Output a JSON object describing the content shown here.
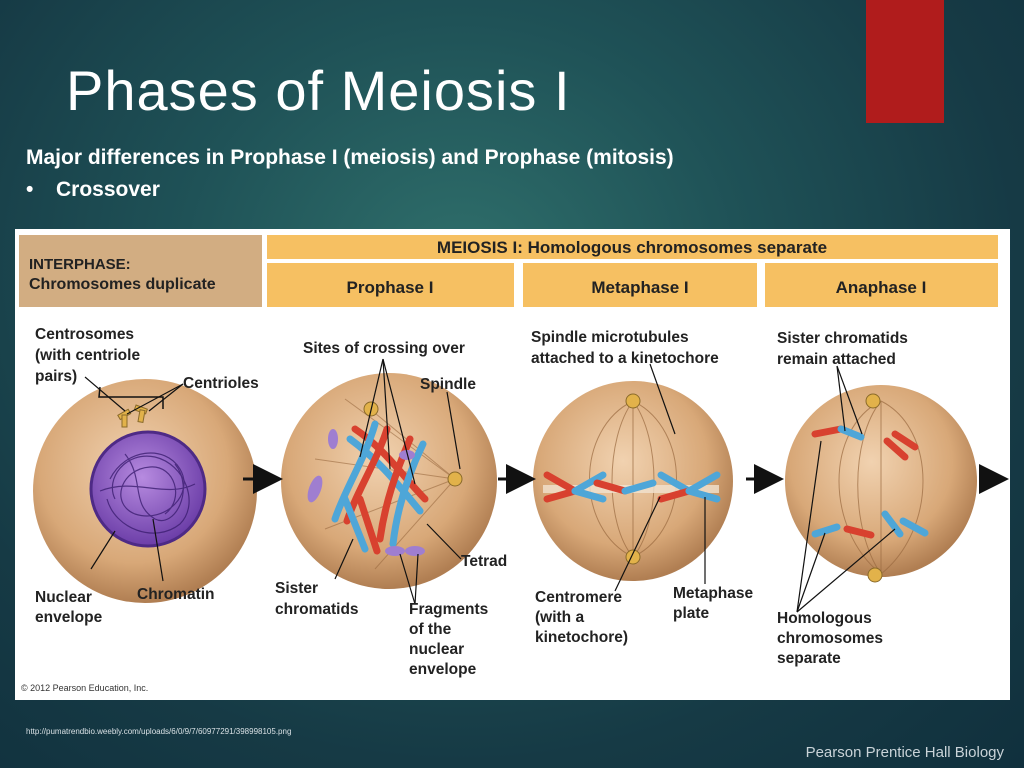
{
  "slide": {
    "title": "Phases of Meiosis I",
    "subtitle": "Major differences in Prophase I (meiosis) and Prophase (mitosis)",
    "bullet_marker": "•",
    "bullet": "Crossover",
    "source_url": "http://pumatrendbio.weebly.com/uploads/6/0/9/7/60977291/398998105.png",
    "footer": "Pearson Prentice Hall Biology",
    "accent_color": "#b01c1c"
  },
  "figure": {
    "interphase_header": [
      "INTERPHASE:",
      "Chromosomes duplicate"
    ],
    "meiosis_header": "MEIOSIS I: Homologous chromosomes separate",
    "phase_headers": [
      "Prophase I",
      "Metaphase I",
      "Anaphase I"
    ],
    "labels": {
      "centrosomes": [
        "Centrosomes",
        "(with centriole",
        "pairs)"
      ],
      "centrioles": "Centrioles",
      "nuclear_envelope": [
        "Nuclear",
        "envelope"
      ],
      "chromatin": "Chromatin",
      "sites_crossing": "Sites of crossing over",
      "spindle": "Spindle",
      "tetrad": "Tetrad",
      "sister_chromatids": [
        "Sister",
        "chromatids"
      ],
      "fragments": [
        "Fragments",
        "of the",
        "nuclear",
        "envelope"
      ],
      "spindle_microtubules": [
        "Spindle microtubules",
        "attached to a kinetochore"
      ],
      "centromere": [
        "Centromere",
        "(with a",
        "kinetochore)"
      ],
      "metaphase_plate": [
        "Metaphase",
        "plate"
      ],
      "sister_remain": [
        "Sister chromatids",
        "remain attached"
      ],
      "homologous": [
        "Homologous",
        "chromosomes",
        "separate"
      ]
    },
    "copyright": "© 2012 Pearson Education, Inc.",
    "colors": {
      "header_fill": "#f6c062",
      "interphase_fill": "#d2ad82",
      "cell_fill": "#d8a878",
      "chromosome_red": "#d8412f",
      "chromosome_blue": "#4ea6d8",
      "chromatin_purple": "#7b4bb0"
    }
  }
}
